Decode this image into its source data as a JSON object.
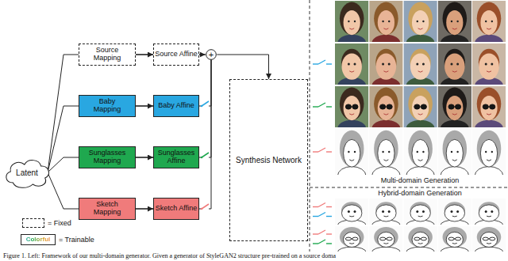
{
  "diagram": {
    "caption": "Figure 1. Left: Framework of our multi-domain generator. Given a generator of StyleGAN2 structure pre-trained on a source doma",
    "nodes": [
      {
        "text": [
          "Latent"
        ]
      },
      {
        "text": [
          "Source Mapping"
        ]
      },
      {
        "text": [
          "Source Affine"
        ]
      },
      {
        "text": [
          "Baby Mapping"
        ]
      },
      {
        "text": [
          "Baby Affine"
        ]
      },
      {
        "text": [
          "Sunglasses Mapping"
        ]
      },
      {
        "text": [
          "Sunglasses Affine"
        ]
      },
      {
        "text": [
          "Sketch Mapping"
        ]
      },
      {
        "text": [
          "Sketch Affine"
        ]
      },
      {
        "text": [
          "+"
        ]
      },
      {
        "text": [
          "Synthesis Network"
        ]
      }
    ],
    "edges": [
      {
        "from": 0,
        "to": 1,
        "arrow": "none"
      },
      {
        "from": 0,
        "to": 3,
        "arrow": "none"
      },
      {
        "from": 0,
        "to": 5,
        "arrow": "none"
      },
      {
        "from": 0,
        "to": 7,
        "arrow": "none"
      },
      {
        "from": 1,
        "to": 2,
        "arrow": "to"
      },
      {
        "from": 3,
        "to": 4,
        "arrow": "to"
      },
      {
        "from": 5,
        "to": 6,
        "arrow": "to"
      },
      {
        "from": 7,
        "to": 8,
        "arrow": "to"
      },
      {
        "from": 2,
        "to": 9,
        "arrow": "to"
      },
      {
        "from": 4,
        "to": 9,
        "arrow": "none"
      },
      {
        "from": 6,
        "to": 9,
        "arrow": "none"
      },
      {
        "from": 8,
        "to": 9,
        "arrow": "none"
      },
      {
        "from": 9,
        "to": 10,
        "arrow": "to"
      }
    ],
    "labels": [
      "Multi-domain Generation",
      "Hybrid-domain Generation",
      "Colorful"
    ],
    "legend": [
      {
        "text": "= Fixed"
      },
      {
        "text": "= Trainable"
      }
    ]
  }
}
